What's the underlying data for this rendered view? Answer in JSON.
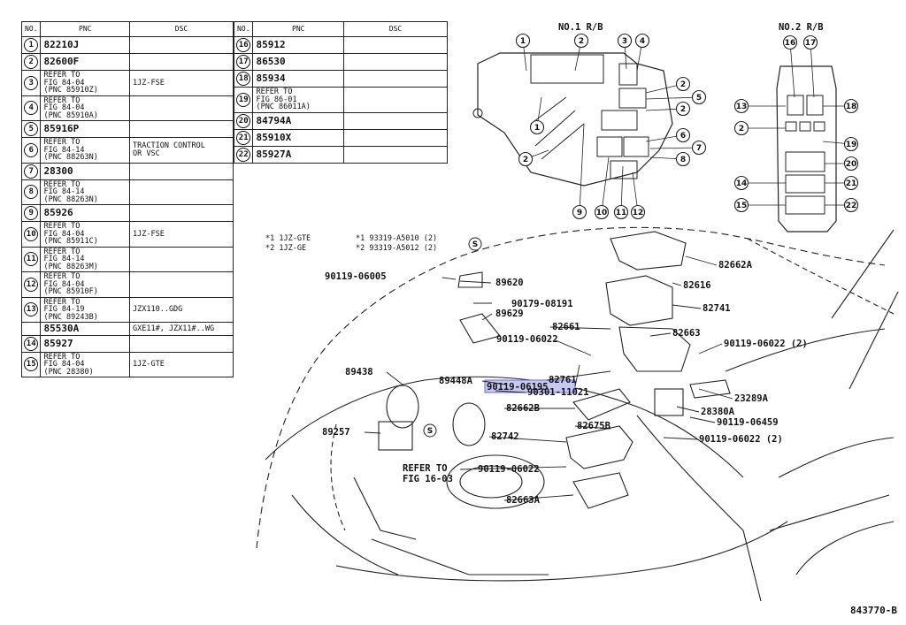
{
  "table_left": {
    "headers": [
      "NO.",
      "PNC",
      "DSC"
    ],
    "rows": [
      {
        "no": "1",
        "pnc": "82210J",
        "dsc": ""
      },
      {
        "no": "2",
        "pnc": "82600F",
        "dsc": ""
      },
      {
        "no": "3",
        "pnc": "REFER TO\nFIG 84-04\n(PNC 85910Z)",
        "dsc": "1JZ-FSE"
      },
      {
        "no": "4",
        "pnc": "REFER TO\nFIG 84-04\n(PNC 85910A)",
        "dsc": ""
      },
      {
        "no": "5",
        "pnc": "85916P",
        "dsc": ""
      },
      {
        "no": "6",
        "pnc": "REFER TO\nFIG 84-14\n(PNC 88263N)",
        "dsc": "TRACTION CONTROL\nOR VSC"
      },
      {
        "no": "7",
        "pnc": "28300",
        "dsc": ""
      },
      {
        "no": "8",
        "pnc": "REFER TO\nFIG 84-14\n(PNC 88263N)",
        "dsc": ""
      },
      {
        "no": "9",
        "pnc": "85926",
        "dsc": ""
      },
      {
        "no": "10",
        "pnc": "REFER TO\nFIG 84-04\n(PNC 85911C)",
        "dsc": "1JZ-FSE"
      },
      {
        "no": "11",
        "pnc": "REFER TO\nFIG 84-14\n(PNC 88263M)",
        "dsc": ""
      },
      {
        "no": "12",
        "pnc": "REFER TO\nFIG 84-04\n(PNC 85910F)",
        "dsc": ""
      },
      {
        "no": "13",
        "pnc": "REFER TO\nFIG 84-19\n(PNC 89243B)",
        "dsc": "JZX110..GDG"
      },
      {
        "no": "",
        "pnc": "85530A",
        "dsc": "GXE11#, JZX11#..WG"
      },
      {
        "no": "14",
        "pnc": "85927",
        "dsc": ""
      },
      {
        "no": "15",
        "pnc": "REFER TO\nFIG 84-04\n(PNC 28380)",
        "dsc": "1JZ-GTE"
      }
    ]
  },
  "table_right": {
    "headers": [
      "NO.",
      "PNC",
      "DSC"
    ],
    "rows": [
      {
        "no": "16",
        "pnc": "85912",
        "dsc": ""
      },
      {
        "no": "17",
        "pnc": "86530",
        "dsc": ""
      },
      {
        "no": "18",
        "pnc": "85934",
        "dsc": ""
      },
      {
        "no": "19",
        "pnc": "REFER TO\nFIG 86-01\n(PNC 86011A)",
        "dsc": ""
      },
      {
        "no": "20",
        "pnc": "84794A",
        "dsc": ""
      },
      {
        "no": "21",
        "pnc": "85910X",
        "dsc": ""
      },
      {
        "no": "22",
        "pnc": "85927A",
        "dsc": ""
      }
    ]
  },
  "diagram": {
    "rb1_title": "NO.1 R/B",
    "rb2_title": "NO.2 R/B",
    "notes": [
      "*1 1JZ-GTE",
      "*2 1JZ-GE"
    ],
    "labels": [
      "*1 93319-A5010 (2)",
      "*2 93319-A5012 (2)",
      "90119-06005",
      "89620",
      "90179-08191",
      "89629",
      "82661",
      "90119-06022",
      "82663",
      "90119-06022 (2)",
      "90119-06195",
      "82761",
      "89438",
      "89448A",
      "90301-11021",
      "82662B",
      "82675B",
      "89257",
      "82742",
      "REFER TO",
      "FIG 16-03",
      "90119-06022",
      "82663A",
      "82662A",
      "82616",
      "82741",
      "23289A",
      "28380A",
      "90119-06459",
      "90119-06022 (2)"
    ],
    "highlighted": "90119-06195",
    "s_marker": "S"
  },
  "ref_code": "843770-B"
}
